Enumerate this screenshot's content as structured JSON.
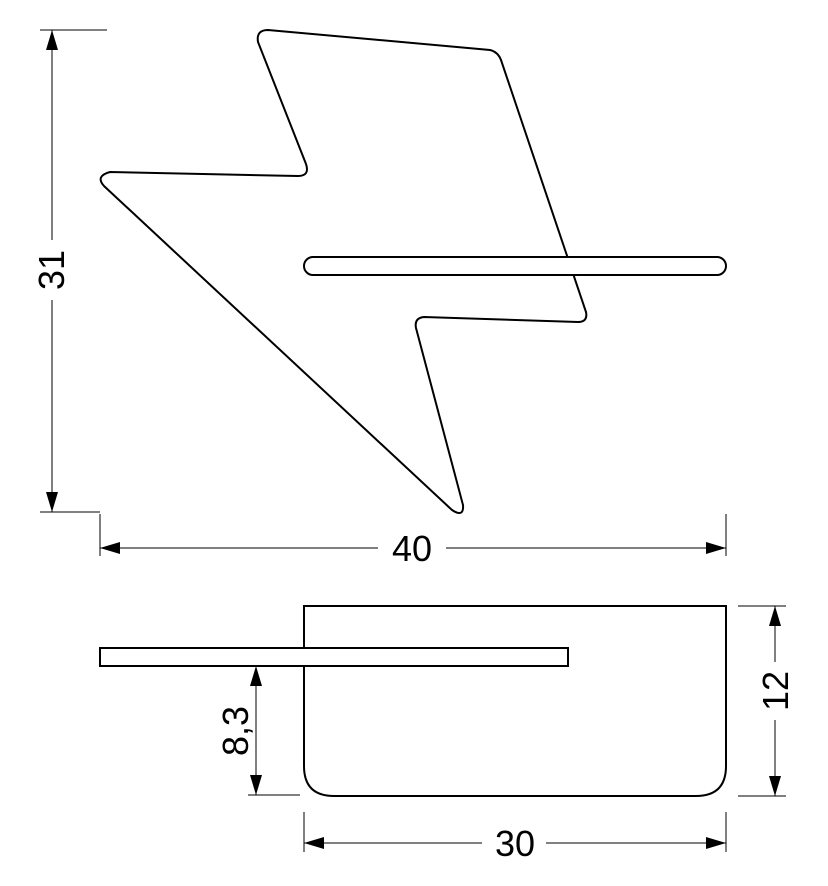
{
  "dimensions": {
    "height_top": "31",
    "width_top": "40",
    "shelf_height": "8,3",
    "depth_height": "12",
    "depth_width": "30"
  },
  "colors": {
    "line": "#000000",
    "background": "#ffffff"
  }
}
